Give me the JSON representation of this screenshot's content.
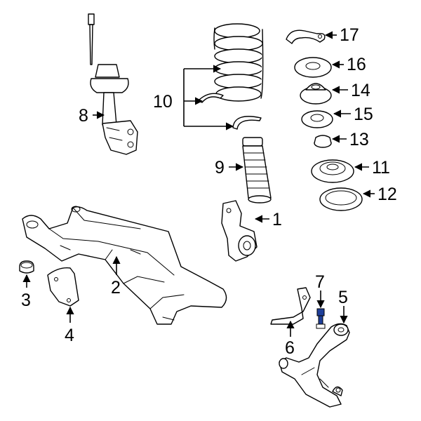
{
  "callouts": {
    "c1": "1",
    "c2": "2",
    "c3": "3",
    "c4": "4",
    "c5": "5",
    "c6": "6",
    "c7": "7",
    "c8": "8",
    "c9": "9",
    "c10": "10",
    "c11": "11",
    "c12": "12",
    "c13": "13",
    "c14": "14",
    "c15": "15",
    "c16": "16",
    "c17": "17"
  },
  "colors": {
    "line": "#000000",
    "highlight": "#1f3f9a",
    "background": "#ffffff"
  }
}
